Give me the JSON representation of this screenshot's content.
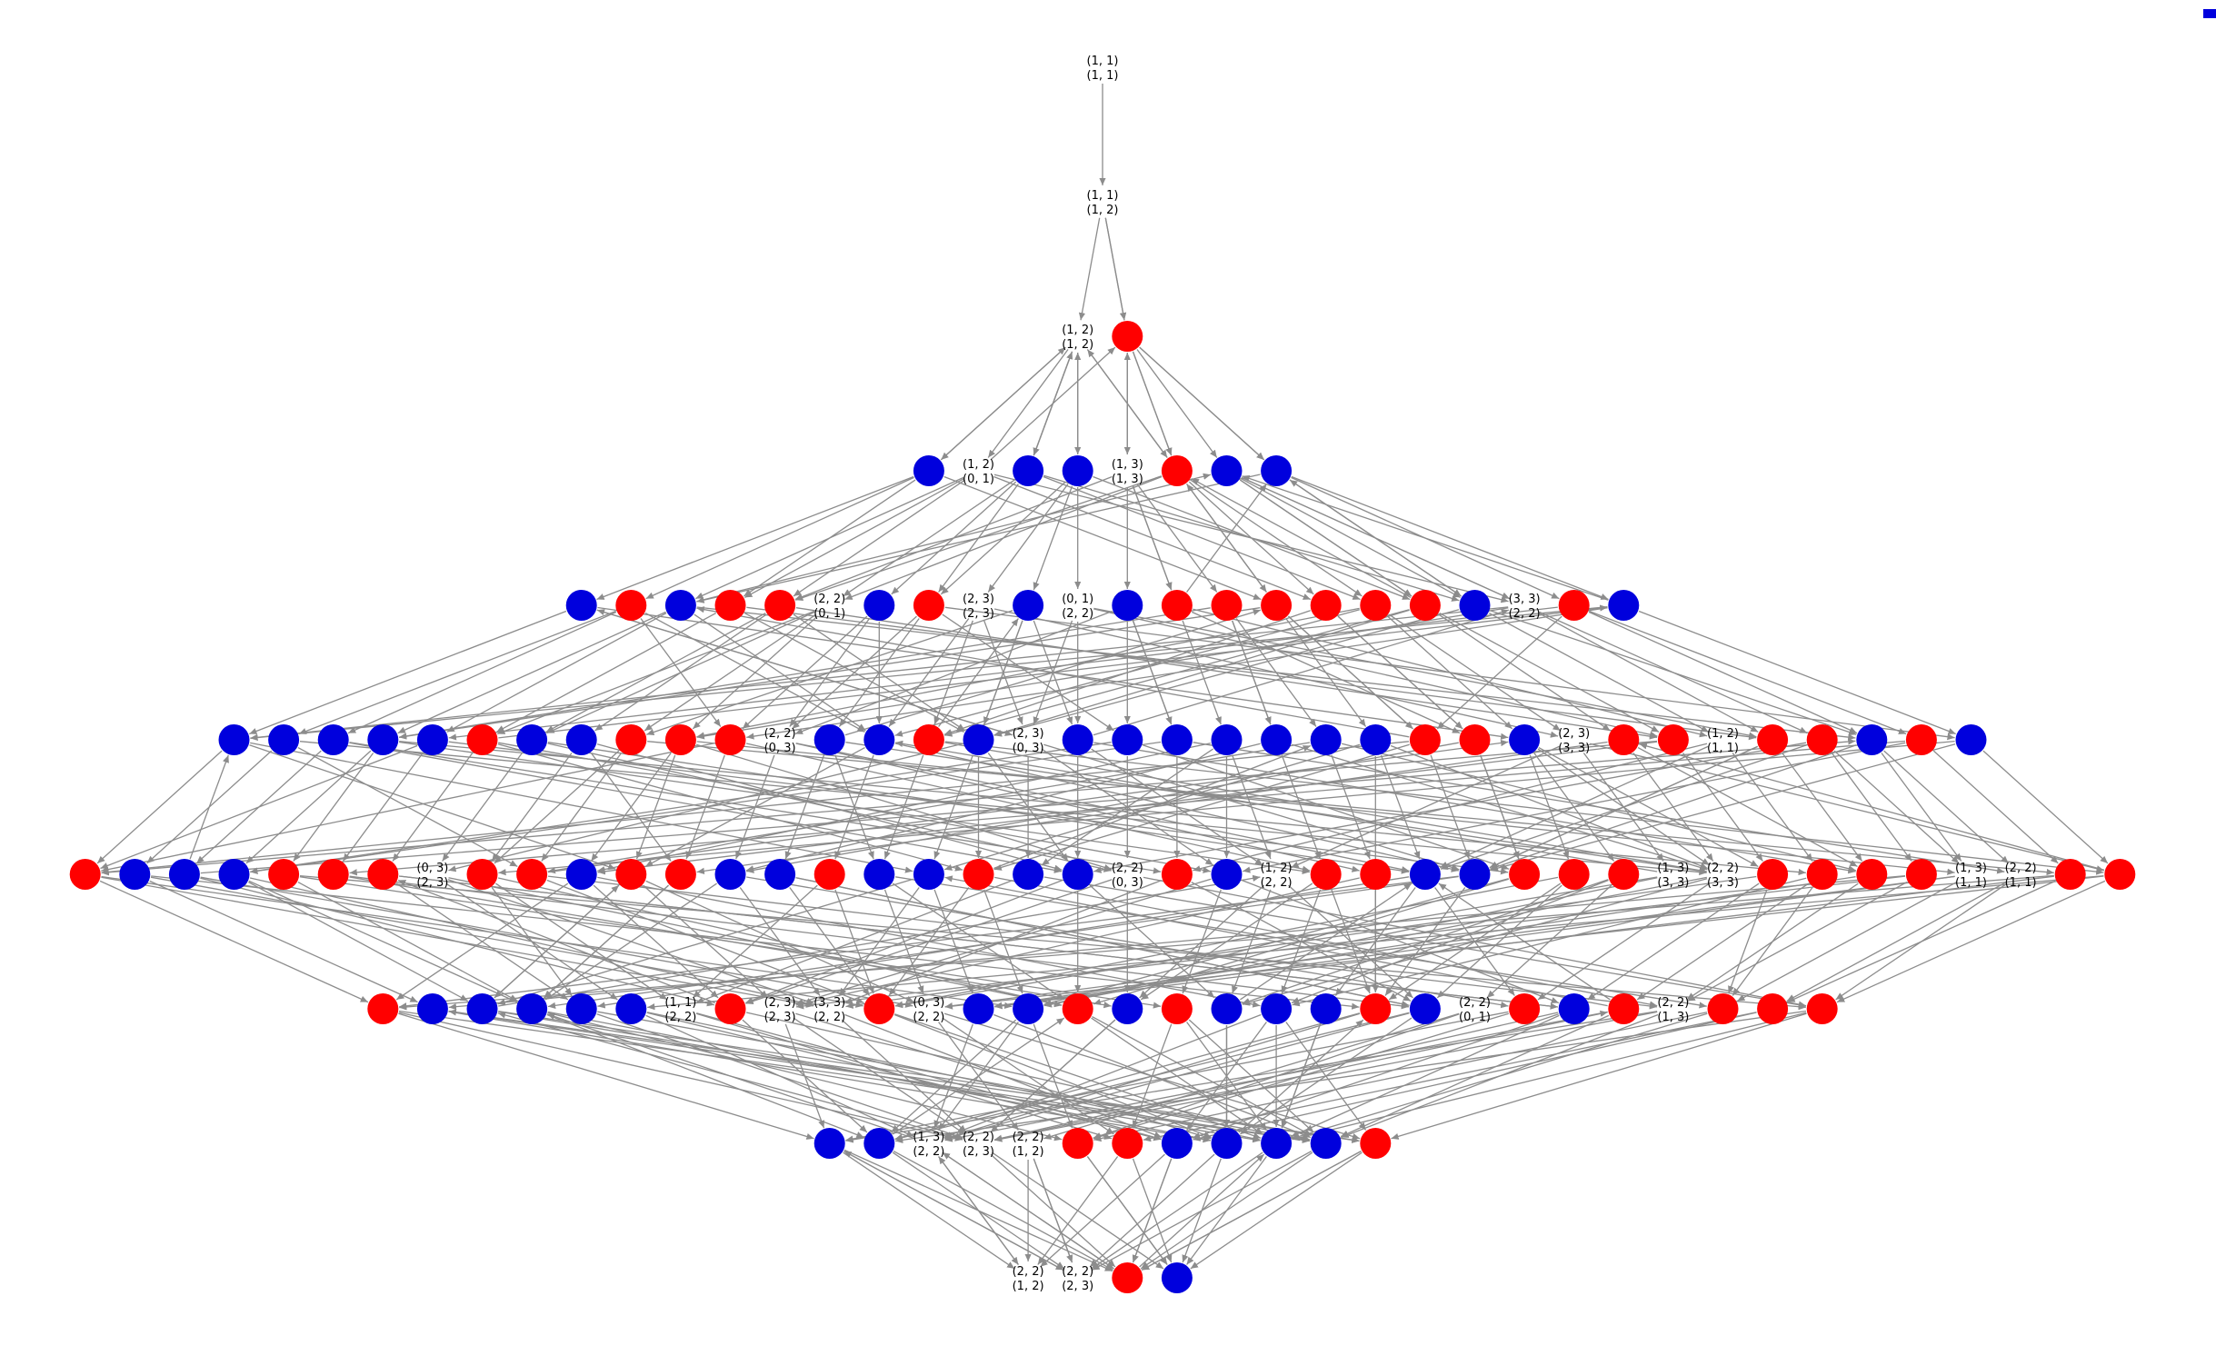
{
  "colors": {
    "red": "#ff0000",
    "blue": "#0000dd",
    "edge": "#8c8c8c",
    "label": "#000000"
  },
  "legend_swatch": "blue",
  "levels": [
    [
      "L:(1, 1)|(1, 1)"
    ],
    [
      "L:(1, 1)|(1, 2)"
    ],
    [
      "L:(1, 2)|(1, 2)",
      "r"
    ],
    [
      "b",
      "L:(1, 2)|(0, 1)",
      "b",
      "b",
      "L:(1, 3)|(1, 3)",
      "r",
      "b",
      "b"
    ],
    [
      "b",
      "r",
      "b",
      "r",
      "r",
      "L:(2, 2)|(0, 1)",
      "b",
      "r",
      "L:(2, 3)|(2, 3)",
      "b",
      "L:(0, 1)|(2, 2)",
      "b",
      "r",
      "r",
      "r",
      "r",
      "r",
      "r",
      "b",
      "L:(3, 3)|(2, 2)",
      "r",
      "b"
    ],
    [
      "b",
      "b",
      "b",
      "b",
      "b",
      "r",
      "b",
      "b",
      "r",
      "r",
      "r",
      "L:(2, 2)|(0, 3)",
      "b",
      "b",
      "r",
      "b",
      "L:(2, 3)|(0, 3)",
      "b",
      "b",
      "b",
      "b",
      "b",
      "b",
      "b",
      "r",
      "r",
      "b",
      "L:(2, 3)|(3, 3)",
      "r",
      "r",
      "L:(1, 2)|(1, 1)",
      "r",
      "r",
      "b",
      "r",
      "b"
    ],
    [
      "r",
      "b",
      "b",
      "b",
      "r",
      "r",
      "r",
      "L:(0, 3)|(2, 3)",
      "r",
      "r",
      "b",
      "r",
      "r",
      "b",
      "b",
      "r",
      "b",
      "b",
      "r",
      "b",
      "b",
      "L:(2, 2)|(0, 3)",
      "r",
      "b",
      "L:(1, 2)|(2, 2)",
      "r",
      "r",
      "b",
      "b",
      "r",
      "r",
      "r",
      "L:(1, 3)|(3, 3)",
      "L:(2, 2)|(3, 3)",
      "r",
      "r",
      "r",
      "r",
      "L:(1, 3)|(1, 1)",
      "L:(2, 2)|(1, 1)",
      "r",
      "r"
    ],
    [
      "r",
      "b",
      "b",
      "b",
      "b",
      "b",
      "L:(1, 1)|(2, 2)",
      "r",
      "L:(2, 3)|(2, 3)",
      "L:(3, 3)|(2, 2)",
      "r",
      "L:(0, 3)|(2, 2)",
      "b",
      "b",
      "r",
      "b",
      "r",
      "b",
      "b",
      "b",
      "r",
      "b",
      "L:(2, 2)|(0, 1)",
      "r",
      "b",
      "r",
      "L:(2, 2)|(1, 3)",
      "r",
      "r",
      "r"
    ],
    [
      "b",
      "b",
      "L:(1, 3)|(2, 2)",
      "L:(2, 2)|(2, 3)",
      "L:(2, 2)|(1, 2)",
      "r",
      "r",
      "b",
      "b",
      "b",
      "b",
      "r"
    ],
    [
      "L:(2, 2)|(1, 2)",
      "L:(2, 2)|(2, 3)",
      "r",
      "b"
    ]
  ]
}
